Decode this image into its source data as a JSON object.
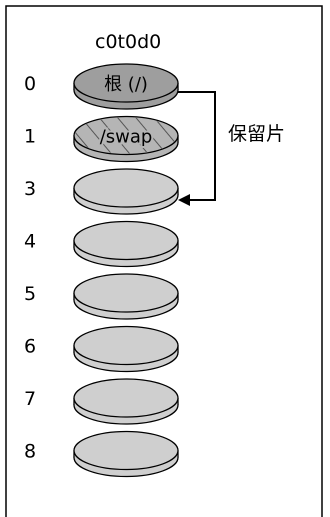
{
  "disk": {
    "name": "c0t0d0"
  },
  "slices": [
    {
      "index": "0",
      "label": "根 (/)",
      "role": "root"
    },
    {
      "index": "1",
      "label": "/swap",
      "role": "swap"
    },
    {
      "index": "3",
      "label": "",
      "role": "empty"
    },
    {
      "index": "4",
      "label": "",
      "role": "empty"
    },
    {
      "index": "5",
      "label": "",
      "role": "empty"
    },
    {
      "index": "6",
      "label": "",
      "role": "empty"
    },
    {
      "index": "7",
      "label": "",
      "role": "empty"
    },
    {
      "index": "8",
      "label": "",
      "role": "empty"
    }
  ],
  "annotation": {
    "preserved_label": "保留片"
  },
  "colors": {
    "root_fill": "#9e9e9e",
    "swap_fill": "#b5b5b5",
    "empty_fill": "#cfcfcf",
    "stroke": "#000000",
    "frame": "#000000"
  }
}
